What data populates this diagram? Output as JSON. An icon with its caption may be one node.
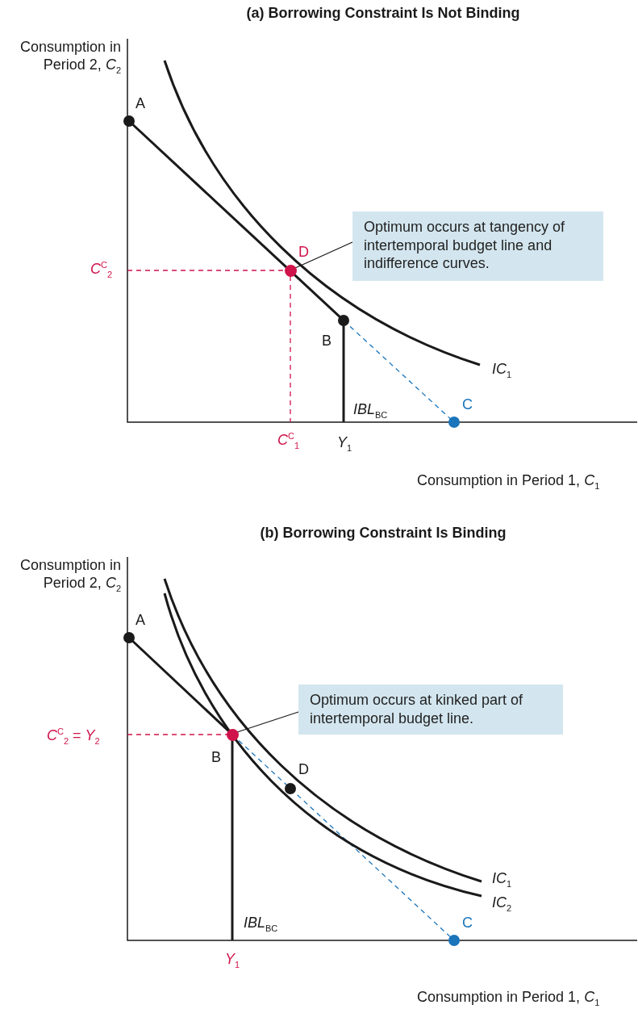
{
  "diagram": {
    "nodes": [
      {
        "text": [
          "Optimum occurs at tangency of intertemporal budget line and indifference curves."
        ]
      },
      {
        "text": [],
        "shape": "circle",
        "beside": [
          "D"
        ]
      },
      {
        "text": [
          "Optimum occurs at kinked part of intertemporal budget line."
        ]
      },
      {
        "text": [],
        "shape": "circle",
        "beside": [
          "B"
        ]
      }
    ],
    "edges": [
      {
        "from": 0,
        "to": 1,
        "arrow": "none"
      },
      {
        "from": 2,
        "to": 3,
        "arrow": "none"
      }
    ],
    "labels": [
      "(a) Borrowing Constraint Is Not Binding",
      "Consumption in Period 2, *C*$_{2}$",
      "A",
      "*C*$^{C}$$_{2}$",
      "B",
      "*IC*$_{1}$",
      "*IBL*$_{BC}$",
      "C",
      "*C*$^{C}$$_{1}$",
      "*Y*$_{1}$",
      "Consumption in Period 1, *C*$_{1}$",
      "(b) Borrowing Constraint Is Binding",
      "Consumption in Period 2, *C*$_{2}$",
      "A",
      "*C*$^{C}$$_{2}$ = *Y*$_{2}$",
      "D",
      "*IC*$_{1}$",
      "*IC*$_{2}$",
      "*IBL*$_{BC}$",
      "C",
      "*Y*$_{1}$",
      "Consumption in Period 1, *C*$_{1}$"
    ]
  }
}
